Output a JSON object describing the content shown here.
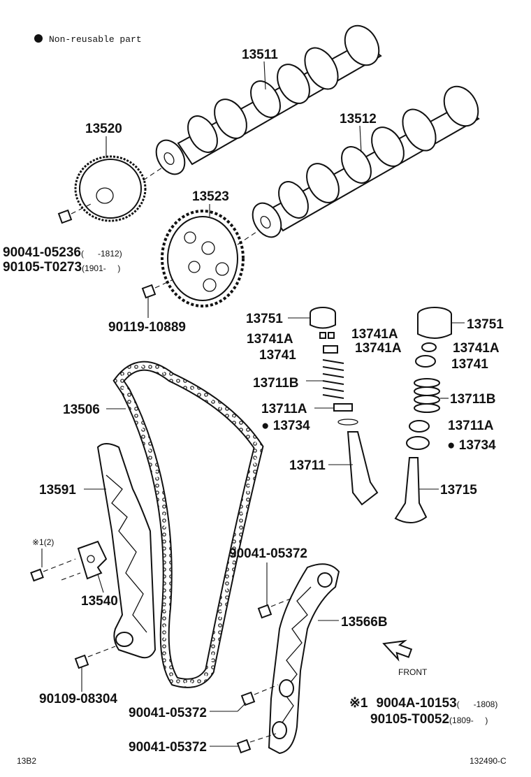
{
  "legend": {
    "symbol": "●",
    "text": "Non-reusable part"
  },
  "parts": {
    "camshaft_1": "13511",
    "camshaft_2": "13512",
    "gear_assy": "13520",
    "sprocket": "13523",
    "bolt_a_1": "90041-05236",
    "bolt_a_1_range": "(      -1812)",
    "bolt_a_2": "90105-T0273",
    "bolt_a_2_range": "(1901-     )",
    "bolt_b": "90119-10889",
    "lifter_l": "13751",
    "lifter_r": "13751",
    "keeper_l_a": "13741A",
    "keeper_l_b": "13741A",
    "retainer_l": "13741",
    "spring_l": "13711B",
    "seat_l": "13711A",
    "seal_l": "13734",
    "valve_l": "13711",
    "keeper_r_a": "13741A",
    "keeper_r_b": "13741A",
    "retainer_r": "13741",
    "spring_r": "13711B",
    "seat_r": "13711A",
    "seal_r": "13734",
    "valve_r": "13715",
    "chain": "13506",
    "slipper": "13591",
    "tensioner": "13540",
    "tensioner_note": "※1(2)",
    "guide": "13566B",
    "bolt_c": "90041-05372",
    "bolt_d": "90041-05372",
    "bolt_e": "90041-05372",
    "bolt_f": "90109-08304",
    "front": "FRONT"
  },
  "footnote": {
    "mark": "※1",
    "line1_part": "9004A-10153",
    "line1_range": "(      -1808)",
    "line2_part": "90105-T0052",
    "line2_range": "(1809-     )"
  },
  "page_code_left": "13B2",
  "page_code_right": "132490-C"
}
